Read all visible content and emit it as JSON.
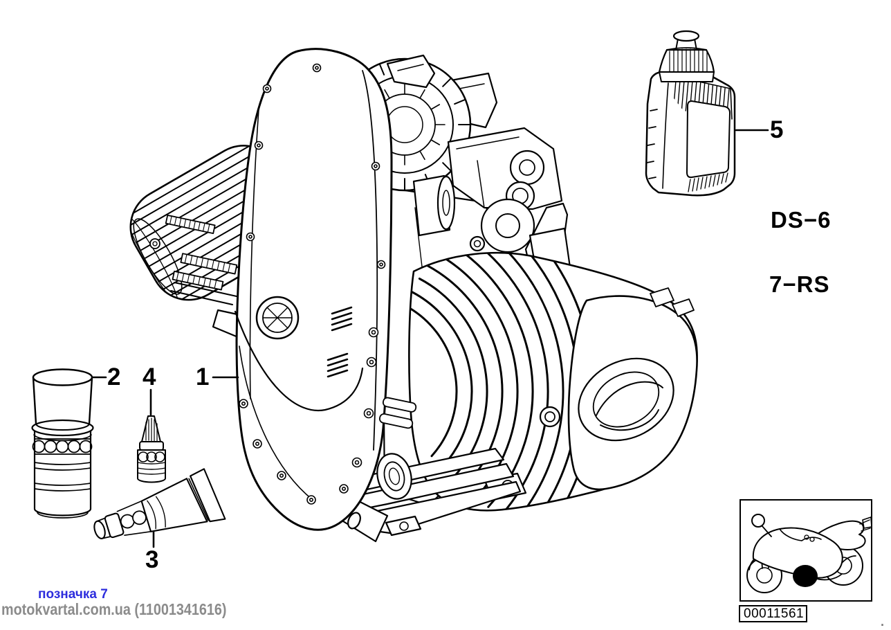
{
  "colors": {
    "ink": "#000000",
    "background": "#ffffff",
    "link_blue": "#2d2ddd",
    "watermark_gray": "#8b8b8b"
  },
  "callouts": [
    {
      "part": "engine-assembly",
      "label": "1"
    },
    {
      "part": "spray-can",
      "label": "2"
    },
    {
      "part": "sealant-tube",
      "label": "3"
    },
    {
      "part": "dropper-bottle",
      "label": "4"
    },
    {
      "part": "oil-bottle",
      "label": "5"
    }
  ],
  "variant_codes": [
    {
      "label": "DS−6"
    },
    {
      "label": "7−RS"
    }
  ],
  "thumbnail": {
    "icon": "motorcycle-silhouette",
    "image_code": "00011561"
  },
  "footnote": {
    "mark_label": "позначка 7",
    "watermark": "motokvartal.com.ua (11001341616)",
    "stray_mark": "."
  },
  "drawings": {
    "main": "boxer-engine-side-view",
    "items": [
      "spray-can",
      "sealant-tube",
      "dropper-bottle",
      "oil-bottle"
    ]
  }
}
